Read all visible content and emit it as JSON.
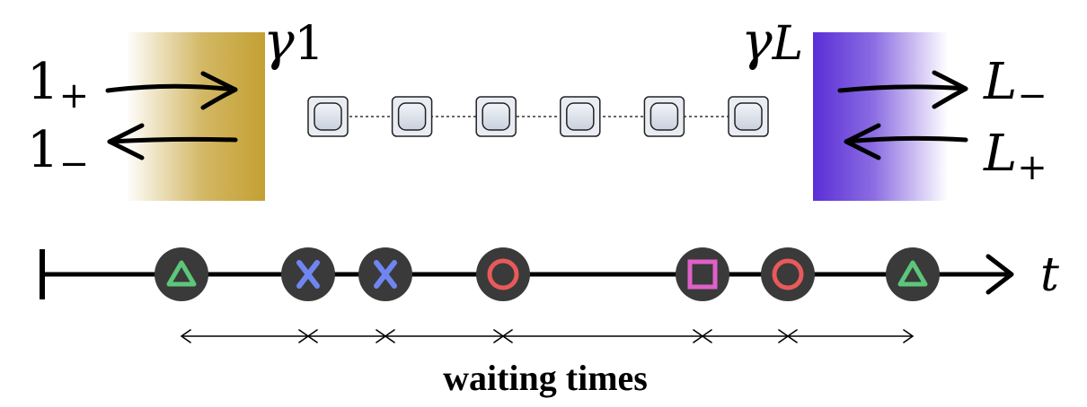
{
  "colors": {
    "left_bath": "#c4a032",
    "right_bath": "#5a2ed6",
    "marker_bg": "#3a3a3a",
    "triangle": "#5cc77a",
    "cross": "#6f86f0",
    "circle": "#e85a5a",
    "square": "#e060c8",
    "site_fill": "#dde3ec",
    "site_stroke": "#222222"
  },
  "left_bath": {
    "gamma_symbol": "γ",
    "gamma_subscript": "1",
    "in_label": {
      "base": "1",
      "sign": "+"
    },
    "out_label": {
      "base": "1",
      "sign": "−"
    }
  },
  "right_bath": {
    "gamma_symbol": "γ",
    "gamma_subscript": "L",
    "out_label": {
      "base": "L",
      "sign": "−"
    },
    "in_label": {
      "base": "L",
      "sign": "+"
    }
  },
  "chain": {
    "site_count": 6,
    "site_icon": "rounded-square-icon"
  },
  "timeline": {
    "axis_label": "t",
    "events": [
      {
        "symbol": "triangle",
        "icon": "triangle-icon"
      },
      {
        "symbol": "cross",
        "icon": "cross-icon"
      },
      {
        "symbol": "cross",
        "icon": "cross-icon"
      },
      {
        "symbol": "circle",
        "icon": "circle-icon"
      },
      {
        "symbol": "square",
        "icon": "square-icon"
      },
      {
        "symbol": "circle",
        "icon": "circle-icon"
      },
      {
        "symbol": "triangle",
        "icon": "triangle-icon"
      }
    ],
    "caption": "waiting times"
  }
}
